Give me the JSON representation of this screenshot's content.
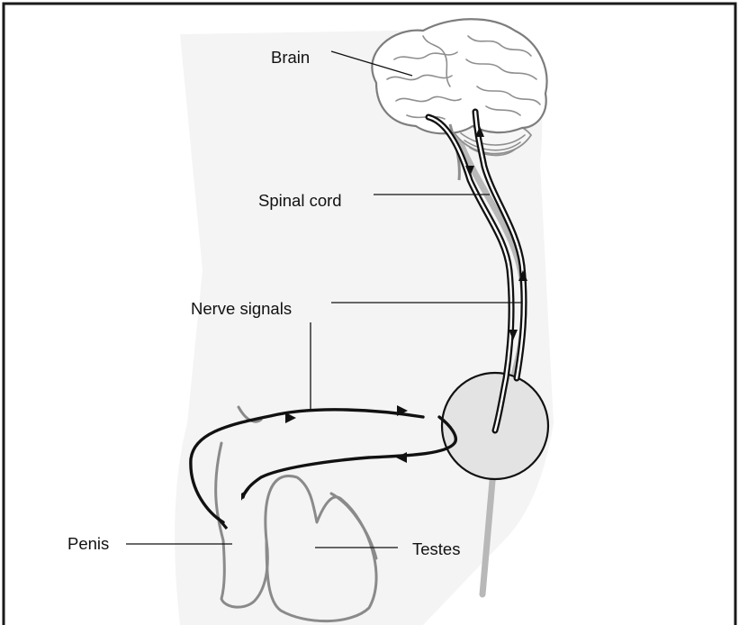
{
  "labels": {
    "brain": "Brain",
    "spinal_cord": "Spinal cord",
    "nerve_signals": "Nerve signals",
    "penis": "Penis",
    "testes": "Testes"
  },
  "colors": {
    "frame": "#1a1a1a",
    "body_silhouette": "#f4f4f4",
    "anatomy_outline": "#8a8a8a",
    "highlight_circle": "#e3e3e3",
    "nerve_pathway": "#111111"
  }
}
